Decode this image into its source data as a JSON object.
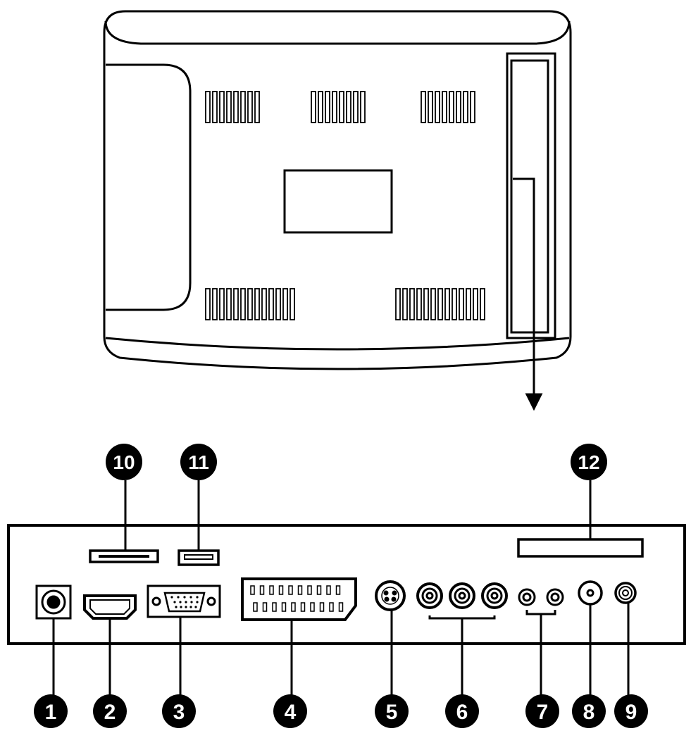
{
  "colors": {
    "line": "#000000",
    "background": "#ffffff",
    "callout_fill": "#000000",
    "callout_text": "#ffffff"
  },
  "callouts": [
    {
      "id": "1",
      "label": "1"
    },
    {
      "id": "2",
      "label": "2"
    },
    {
      "id": "3",
      "label": "3"
    },
    {
      "id": "4",
      "label": "4"
    },
    {
      "id": "5",
      "label": "5"
    },
    {
      "id": "6",
      "label": "6"
    },
    {
      "id": "7",
      "label": "7"
    },
    {
      "id": "8",
      "label": "8"
    },
    {
      "id": "9",
      "label": "9"
    },
    {
      "id": "10",
      "label": "10"
    },
    {
      "id": "11",
      "label": "11"
    },
    {
      "id": "12",
      "label": "12"
    }
  ],
  "icons": [
    "tv-back-panel",
    "vent-grille",
    "label-plate",
    "side-panel",
    "arrow-down-icon",
    "dc-power-jack",
    "hdmi-port",
    "vga-port",
    "scart-port",
    "s-video-port",
    "rca-jack",
    "audio-jack",
    "antenna-jack",
    "sd-card-slot",
    "usb-port",
    "ci-card-slot"
  ]
}
